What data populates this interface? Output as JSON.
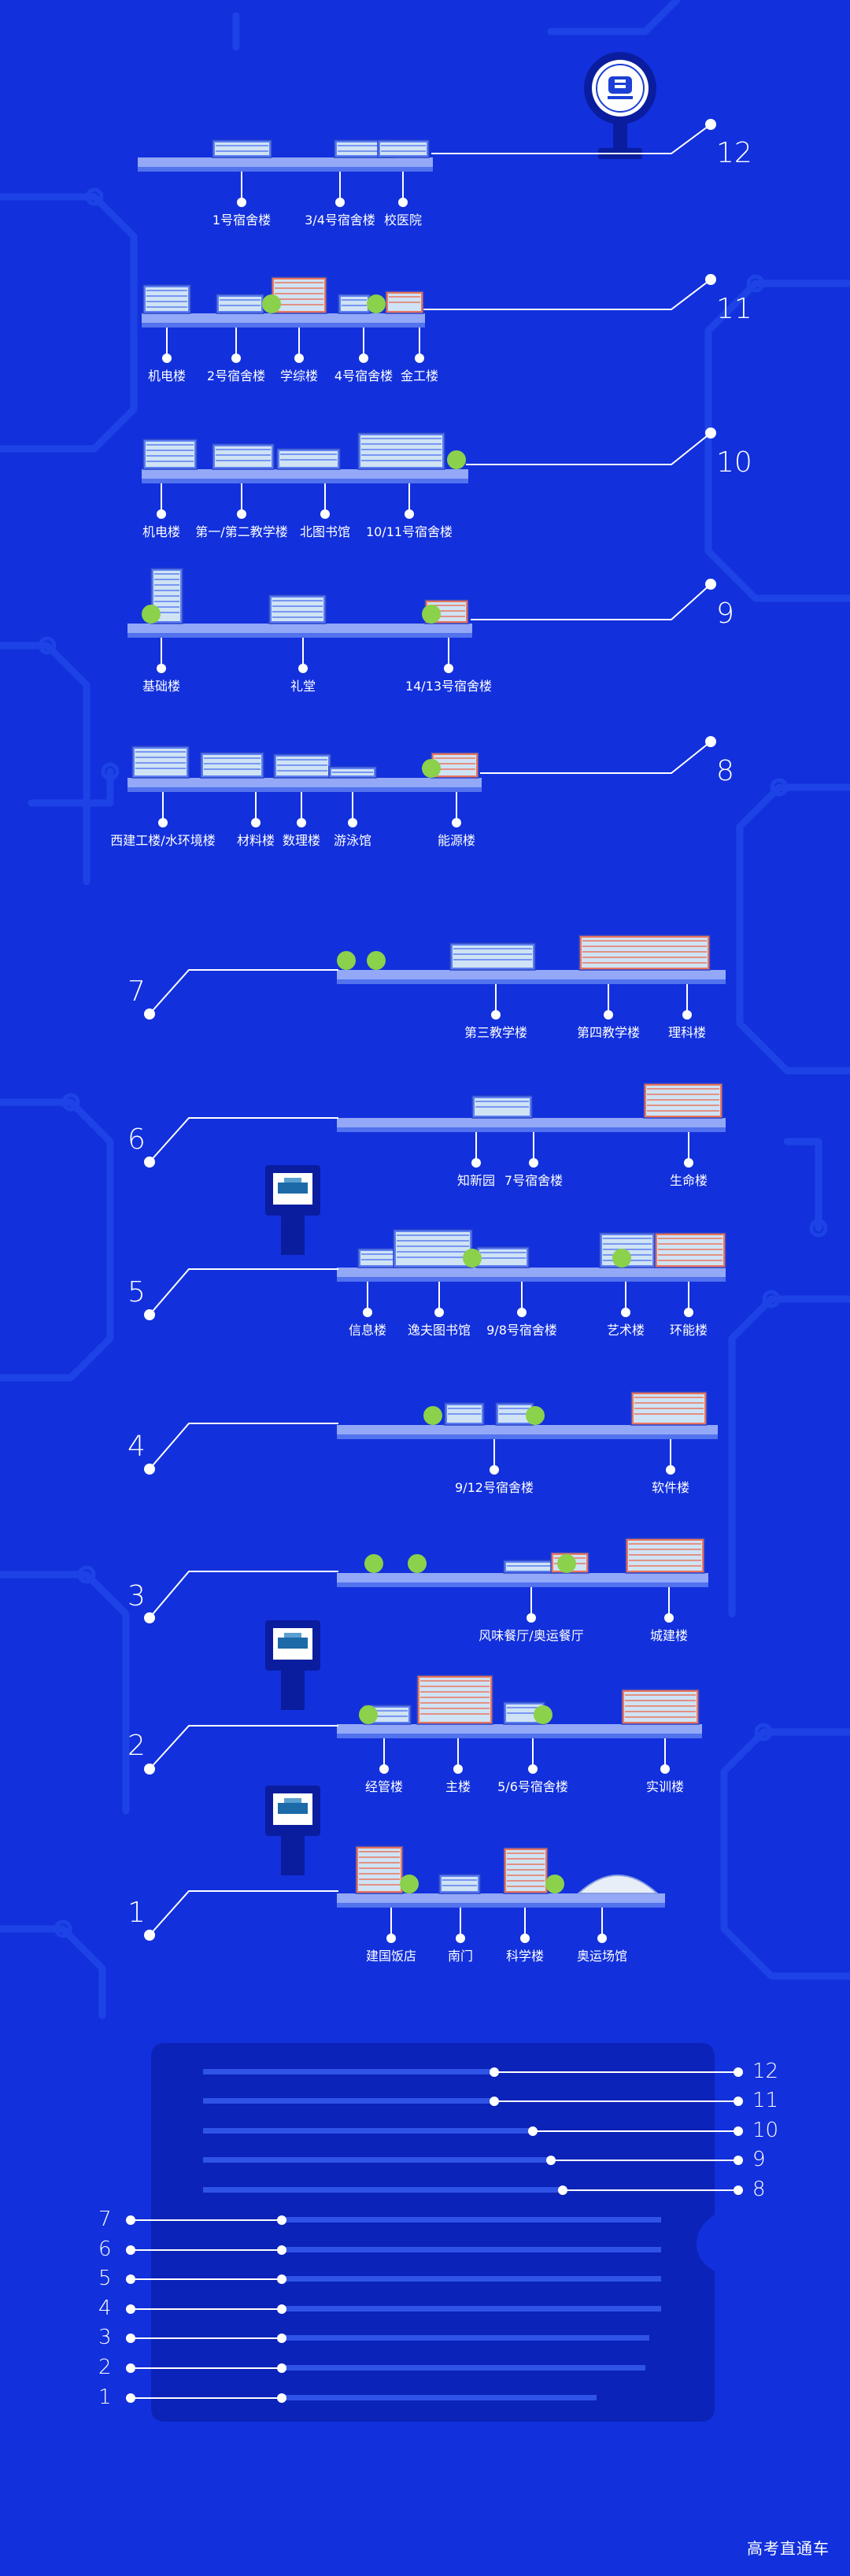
{
  "colors": {
    "background": "#1230dc",
    "trace": "#1d43e6",
    "platform": "#5272ee",
    "platform_top": "#93a8f7",
    "panel": "#0b23b8",
    "bar": "#2f53e7",
    "line": "#ffffff",
    "building_blue": "#5c7ef0",
    "building_orange": "#e9765f",
    "window": "#cfe3f5",
    "tree": "#8bd14b"
  },
  "logo": {
    "icon": "university-logo-icon"
  },
  "floors": [
    {
      "number": "12",
      "side": "right",
      "labels": [
        "1号宿舍楼",
        "3/4号宿舍楼",
        "校医院"
      ]
    },
    {
      "number": "11",
      "side": "right",
      "labels": [
        "机电楼",
        "2号宿舍楼",
        "学综楼",
        "4号宿舍楼",
        "金工楼"
      ]
    },
    {
      "number": "10",
      "side": "right",
      "labels": [
        "机电楼",
        "第一/第二教学楼",
        "北图书馆",
        "10/11号宿舍楼"
      ]
    },
    {
      "number": "9",
      "side": "right",
      "labels": [
        "基础楼",
        "礼堂",
        "14/13号宿舍楼"
      ]
    },
    {
      "number": "8",
      "side": "right",
      "labels": [
        "西建工楼/水环境楼",
        "材料楼",
        "数理楼",
        "游泳馆",
        "能源楼"
      ]
    },
    {
      "number": "7",
      "side": "left",
      "labels": [
        "第三教学楼",
        "第四教学楼",
        "理科楼"
      ]
    },
    {
      "number": "6",
      "side": "left",
      "labels": [
        "知新园",
        "7号宿舍楼",
        "生命楼"
      ]
    },
    {
      "number": "5",
      "side": "left",
      "labels": [
        "信息楼",
        "逸夫图书馆",
        "9/8号宿舍楼",
        "艺术楼",
        "环能楼"
      ]
    },
    {
      "number": "4",
      "side": "left",
      "labels": [
        "9/12号宿舍楼",
        "软件楼"
      ]
    },
    {
      "number": "3",
      "side": "left",
      "labels": [
        "风味餐厅/奥运餐厅",
        "城建楼"
      ]
    },
    {
      "number": "2",
      "side": "left",
      "labels": [
        "经管楼",
        "主楼",
        "5/6号宿舍楼",
        "实训楼"
      ]
    },
    {
      "number": "1",
      "side": "left",
      "labels": [
        "建国饭店",
        "南门",
        "科学楼",
        "奥运场馆"
      ]
    }
  ],
  "minimap": {
    "right_numbers": [
      "12",
      "11",
      "10",
      "9",
      "8"
    ],
    "left_numbers": [
      "7",
      "6",
      "5",
      "4",
      "3",
      "2",
      "1"
    ]
  },
  "footer": {
    "brand": "高考直通车"
  }
}
